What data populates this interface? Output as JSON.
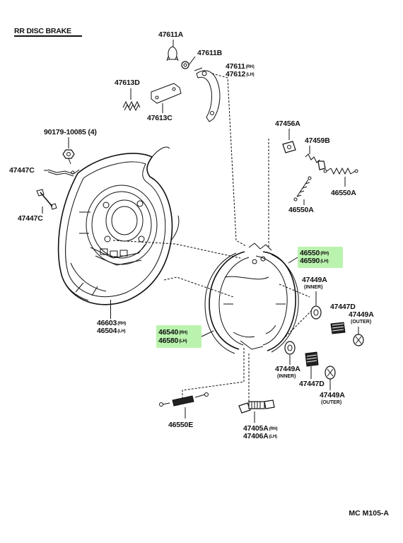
{
  "diagram": {
    "title": "RR DISC BRAKE",
    "code": "MC M105-A",
    "labels": {
      "p47611A": "47611A",
      "p47611B": "47611B",
      "p47611": "47611",
      "p47612": "47612",
      "p47613D": "47613D",
      "p47613C": "47613C",
      "p90179": "90179-10085 (4)",
      "p47447C_top": "47447C",
      "p47447C_bot": "47447C",
      "p47456A": "47456A",
      "p47459B": "47459B",
      "p46550A_r": "46550A",
      "p46550A_l": "46550A",
      "p46550": "46550",
      "p46590": "46590",
      "p47449A_a": "47449A",
      "p47447D_a": "47447D",
      "p47449A_b": "47449A",
      "p46603": "46603",
      "p46504": "46504",
      "p46540": "46540",
      "p46580": "46580",
      "p47449A_c": "47449A",
      "p47447D_b": "47447D",
      "p47449A_d": "47449A",
      "p46550E": "46550E",
      "p47405A": "47405A",
      "p47406A": "47406A"
    },
    "suffixes": {
      "rh": "(RH)",
      "lh": "(LH)"
    },
    "notes": {
      "inner_a": "(INNER)",
      "outer_b": "(OUTER)",
      "inner_c": "(INNER)",
      "outer_d": "(OUTER)"
    },
    "highlight_color": "#8ceb78"
  }
}
